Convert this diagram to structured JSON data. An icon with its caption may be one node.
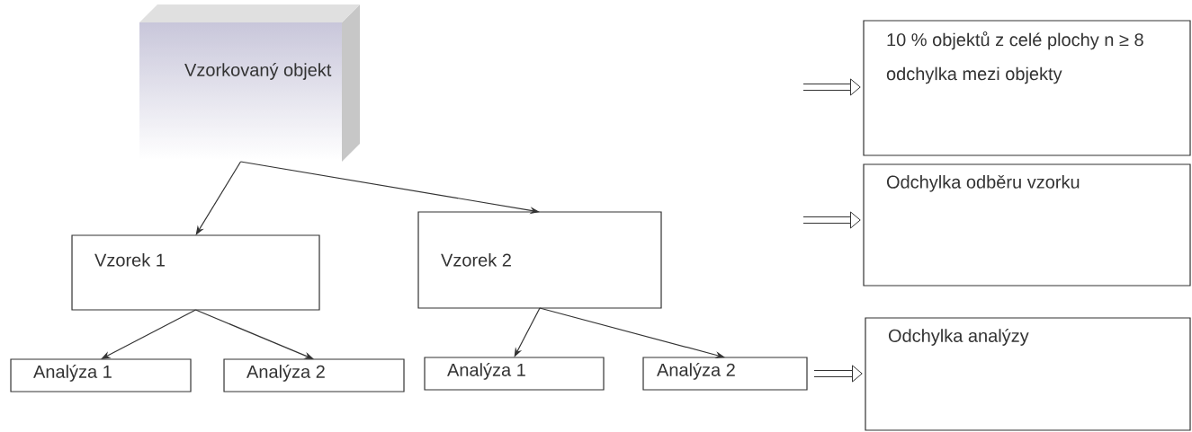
{
  "diagram": {
    "nodes": [
      {
        "text": [
          "Vzorkovaný objekt"
        ]
      },
      {
        "text": [
          "Vzorek 1"
        ]
      },
      {
        "text": [
          "Vzorek 2"
        ]
      },
      {
        "text": [
          "Analýza 1"
        ]
      },
      {
        "text": [
          "Analýza 2"
        ]
      },
      {
        "text": [
          "Analýza 1"
        ]
      },
      {
        "text": [
          "Analýza 2"
        ]
      },
      {
        "text": [
          "10 % objektů z celé plochy n ≥ 8 odchylka mezi objekty"
        ]
      },
      {
        "text": [
          "Odchylka odběru vzorku"
        ]
      },
      {
        "text": [
          "Odchylka analýzy"
        ]
      }
    ],
    "edges": [
      {
        "from": 0,
        "to": 1,
        "arrow": "to"
      },
      {
        "from": 0,
        "to": 2,
        "arrow": "to"
      },
      {
        "from": 1,
        "to": 3,
        "arrow": "to"
      },
      {
        "from": 1,
        "to": 4,
        "arrow": "to"
      },
      {
        "from": 2,
        "to": 5,
        "arrow": "to"
      },
      {
        "from": 2,
        "to": 6,
        "arrow": "to"
      },
      {
        "from": null,
        "to": 7,
        "arrow": "to",
        "style": "thick"
      },
      {
        "from": null,
        "to": 8,
        "arrow": "to",
        "style": "thick"
      },
      {
        "from": 6,
        "to": 9,
        "arrow": "to",
        "style": "thick"
      }
    ]
  }
}
